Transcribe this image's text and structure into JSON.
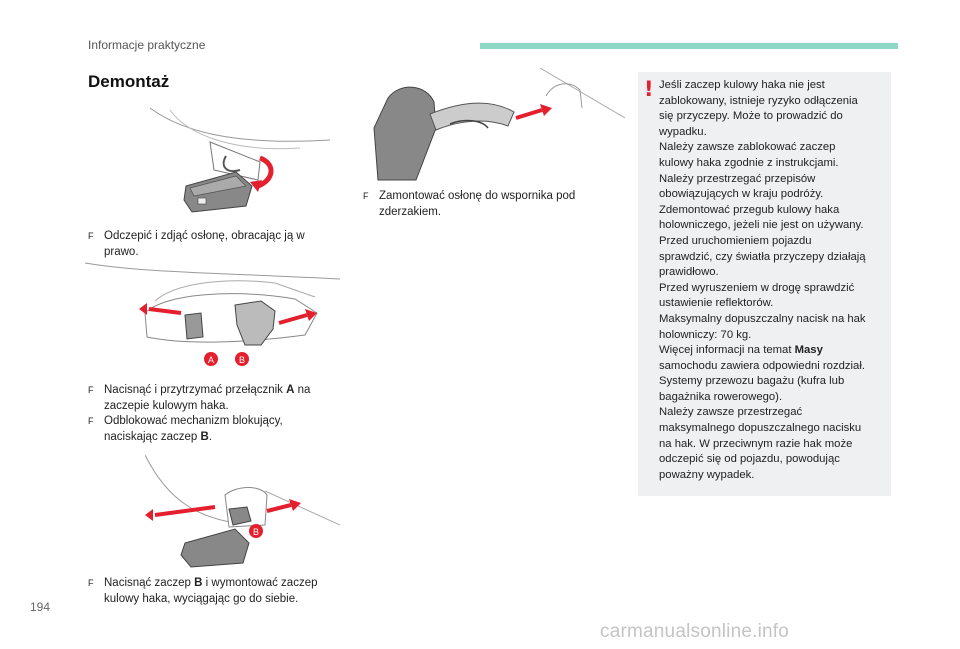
{
  "header": {
    "section": "Informacje praktyczne",
    "accent": "#8fd8c7"
  },
  "title": "Demontaż",
  "steps": {
    "s1": "Odczepić i zdjąć osłonę, obracając ją w prawo.",
    "s2a_pre": "Nacisnąć i przytrzymać przełącznik ",
    "s2a_key": "A",
    "s2a_post": " na zaczepie kulowym haka.",
    "s2b_pre": "Odblokować mechanizm blokujący, naciskając zaczep ",
    "s2b_key": "B",
    "s2b_post": ".",
    "s3_pre": "Nacisnąć zaczep ",
    "s3_key": "B",
    "s3_post": " i wymontować zaczep kulowy haka, wyciągając go do siebie.",
    "s4": "Zamontować osłonę do wspornika pod zderzakiem."
  },
  "labels": {
    "a": "A",
    "b": "B",
    "b2": "B"
  },
  "warning": {
    "icon": "!",
    "lines": [
      "Jeśli zaczep kulowy haka nie jest",
      "zablokowany, istnieje ryzyko odłączenia",
      "się przyczepy. Może to prowadzić do",
      "wypadku.",
      "Należy zawsze zablokować zaczep",
      "kulowy haka zgodnie z instrukcjami.",
      "Należy przestrzegać przepisów",
      "obowiązujących w kraju podróży.",
      "Zdemontować przegub kulowy haka",
      "holowniczego, jeżeli nie jest on używany.",
      "Przed uruchomieniem pojazdu",
      "sprawdzić, czy światła przyczepy działają",
      "prawidłowo.",
      "Przed wyruszeniem w drogę sprawdzić",
      "ustawienie reflektorów.",
      "Maksymalny dopuszczalny nacisk na hak",
      "holowniczy: 70 kg."
    ],
    "ref_pre": "Więcej informacji na temat ",
    "ref_bold": "Masy",
    "lines2": [
      "samochodu zawiera odpowiedni rozdział.",
      "Systemy przewozu bagażu (kufra lub",
      "bagażnika rowerowego).",
      "Należy zawsze przestrzegać",
      "maksymalnego dopuszczalnego nacisku",
      "na hak. W przeciwnym razie hak może",
      "odczepić się od pojazdu, powodując",
      "poważny wypadek."
    ],
    "icon_color": "#e5202e"
  },
  "bullet": "F",
  "page_number": "194",
  "watermark": "carmanualsonline.info"
}
